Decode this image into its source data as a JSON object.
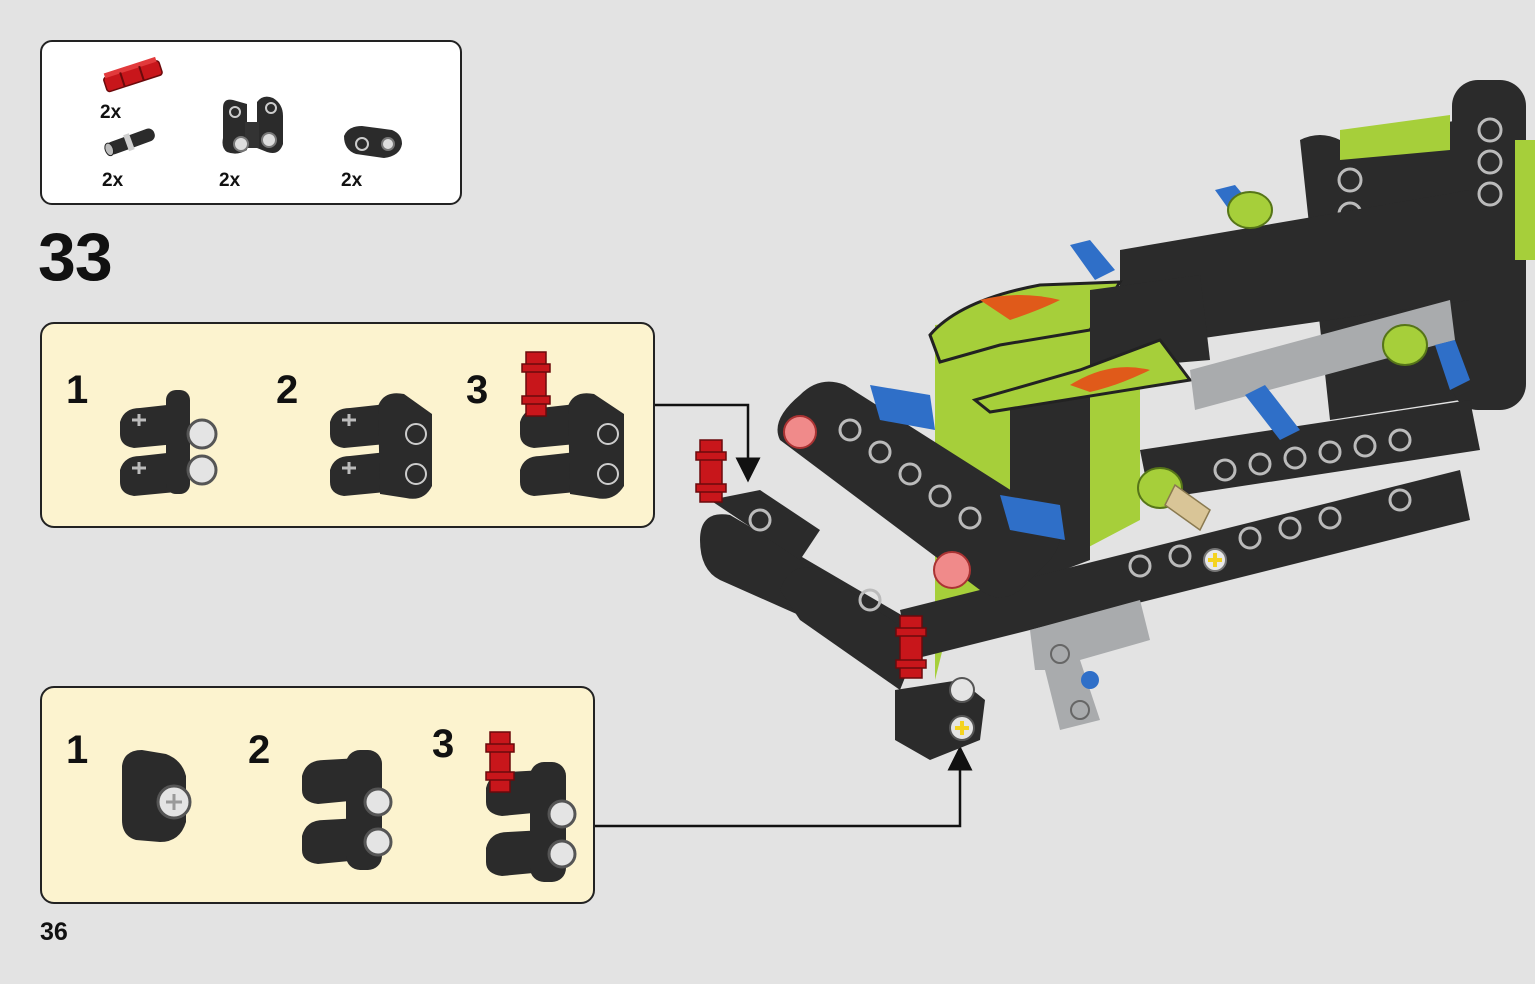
{
  "parts_list": {
    "items": [
      {
        "name": "red-axle-connector",
        "quantity": "2x"
      },
      {
        "name": "black-pin-with-bush",
        "quantity": "2x"
      },
      {
        "name": "double-bent-beam",
        "quantity": "2x"
      },
      {
        "name": "beam-2",
        "quantity": "2x"
      }
    ]
  },
  "step": {
    "number": "33"
  },
  "subassembly_top": {
    "steps": [
      "1",
      "2",
      "3"
    ]
  },
  "subassembly_bottom": {
    "steps": [
      "1",
      "2",
      "3"
    ]
  },
  "page": {
    "number": "36"
  },
  "colors": {
    "background": "#e3e3e3",
    "callout_fill": "#fcf3cf",
    "part_black": "#2b2b2b",
    "part_red": "#c8161b",
    "part_lime": "#a6cf3a",
    "part_blue": "#2f6fc8",
    "part_gray": "#a9abad",
    "part_yellow": "#f4d320"
  }
}
